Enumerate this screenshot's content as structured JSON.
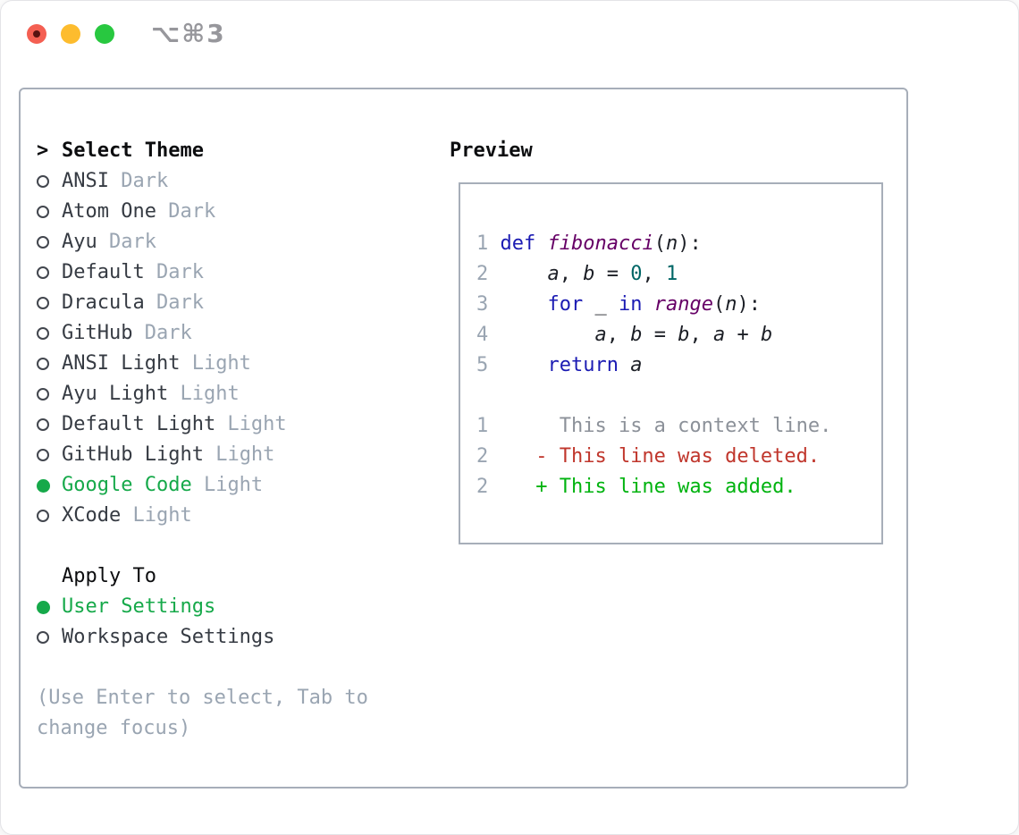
{
  "window": {
    "title": "⌥⌘3",
    "traffic_lights": [
      {
        "name": "close"
      },
      {
        "name": "minimize"
      },
      {
        "name": "zoom"
      }
    ]
  },
  "theme_selector": {
    "header_marker": ">",
    "header": "Select Theme",
    "themes": [
      {
        "name": "ANSI",
        "variant": "Dark",
        "selected": false
      },
      {
        "name": "Atom One",
        "variant": "Dark",
        "selected": false
      },
      {
        "name": "Ayu",
        "variant": "Dark",
        "selected": false
      },
      {
        "name": "Default",
        "variant": "Dark",
        "selected": false
      },
      {
        "name": "Dracula",
        "variant": "Dark",
        "selected": false
      },
      {
        "name": "GitHub",
        "variant": "Dark",
        "selected": false
      },
      {
        "name": "ANSI Light",
        "variant": "Light",
        "selected": false
      },
      {
        "name": "Ayu Light",
        "variant": "Light",
        "selected": false
      },
      {
        "name": "Default Light",
        "variant": "Light",
        "selected": false
      },
      {
        "name": "GitHub Light",
        "variant": "Light",
        "selected": false
      },
      {
        "name": "Google Code",
        "variant": "Light",
        "selected": true
      },
      {
        "name": "XCode",
        "variant": "Light",
        "selected": false
      }
    ],
    "apply_to": {
      "header": "Apply To",
      "options": [
        {
          "label": "User Settings",
          "selected": true
        },
        {
          "label": "Workspace Settings",
          "selected": false
        }
      ]
    },
    "hint": "(Use Enter to select, Tab to change focus)"
  },
  "preview": {
    "title": "Preview",
    "lines": [
      {
        "num": "1",
        "segments": [
          [
            " ",
            "plain"
          ],
          [
            "def",
            "kw"
          ],
          [
            " ",
            "plain"
          ],
          [
            "fibonacci",
            "fn"
          ],
          [
            "(",
            "plain"
          ],
          [
            "n",
            "var"
          ],
          [
            "):",
            "plain"
          ]
        ]
      },
      {
        "num": "2",
        "segments": [
          [
            "     ",
            "plain"
          ],
          [
            "a",
            "var"
          ],
          [
            ", ",
            "plain"
          ],
          [
            "b",
            "var"
          ],
          [
            " = ",
            "plain"
          ],
          [
            "0",
            "num"
          ],
          [
            ", ",
            "plain"
          ],
          [
            "1",
            "num"
          ]
        ]
      },
      {
        "num": "3",
        "segments": [
          [
            "     ",
            "plain"
          ],
          [
            "for",
            "kw"
          ],
          [
            " ",
            "plain"
          ],
          [
            "_",
            "var"
          ],
          [
            " ",
            "plain"
          ],
          [
            "in",
            "kw"
          ],
          [
            " ",
            "plain"
          ],
          [
            "range",
            "fn"
          ],
          [
            "(",
            "plain"
          ],
          [
            "n",
            "var"
          ],
          [
            "):",
            "plain"
          ]
        ]
      },
      {
        "num": "4",
        "segments": [
          [
            "         ",
            "plain"
          ],
          [
            "a",
            "var"
          ],
          [
            ", ",
            "plain"
          ],
          [
            "b",
            "var"
          ],
          [
            " = ",
            "plain"
          ],
          [
            "b",
            "var"
          ],
          [
            ", ",
            "plain"
          ],
          [
            "a",
            "var"
          ],
          [
            " + ",
            "plain"
          ],
          [
            "b",
            "var"
          ]
        ]
      },
      {
        "num": "5",
        "segments": [
          [
            "     ",
            "plain"
          ],
          [
            "return",
            "kw"
          ],
          [
            " ",
            "plain"
          ],
          [
            "a",
            "var"
          ]
        ]
      },
      {
        "num": "",
        "segments": []
      },
      {
        "num": "1",
        "segments": [
          [
            "      This is a context line.",
            "ctx"
          ]
        ]
      },
      {
        "num": "2",
        "segments": [
          [
            "    - This line was deleted.",
            "del"
          ]
        ]
      },
      {
        "num": "2",
        "segments": [
          [
            "    + This line was added.",
            "add"
          ]
        ]
      }
    ]
  },
  "colors": {
    "accent_green": "#16a94a",
    "list_text": "#363b43",
    "muted": "#9aa5b2",
    "hint": "#9aa5b2",
    "border": "#a7aeb9",
    "line_number": "#9aa5b2",
    "syntax_keyword": "#1b1bb3",
    "syntax_function": "#660066",
    "syntax_number": "#006666",
    "syntax_plain": "#1c1f26",
    "diff_context": "#8c9199",
    "diff_deleted": "#c0362c",
    "diff_added": "#00b30f",
    "traffic_red": "#f45f52",
    "traffic_yellow": "#fdbc2e",
    "traffic_green": "#28c840",
    "title_text": "#97979c"
  }
}
